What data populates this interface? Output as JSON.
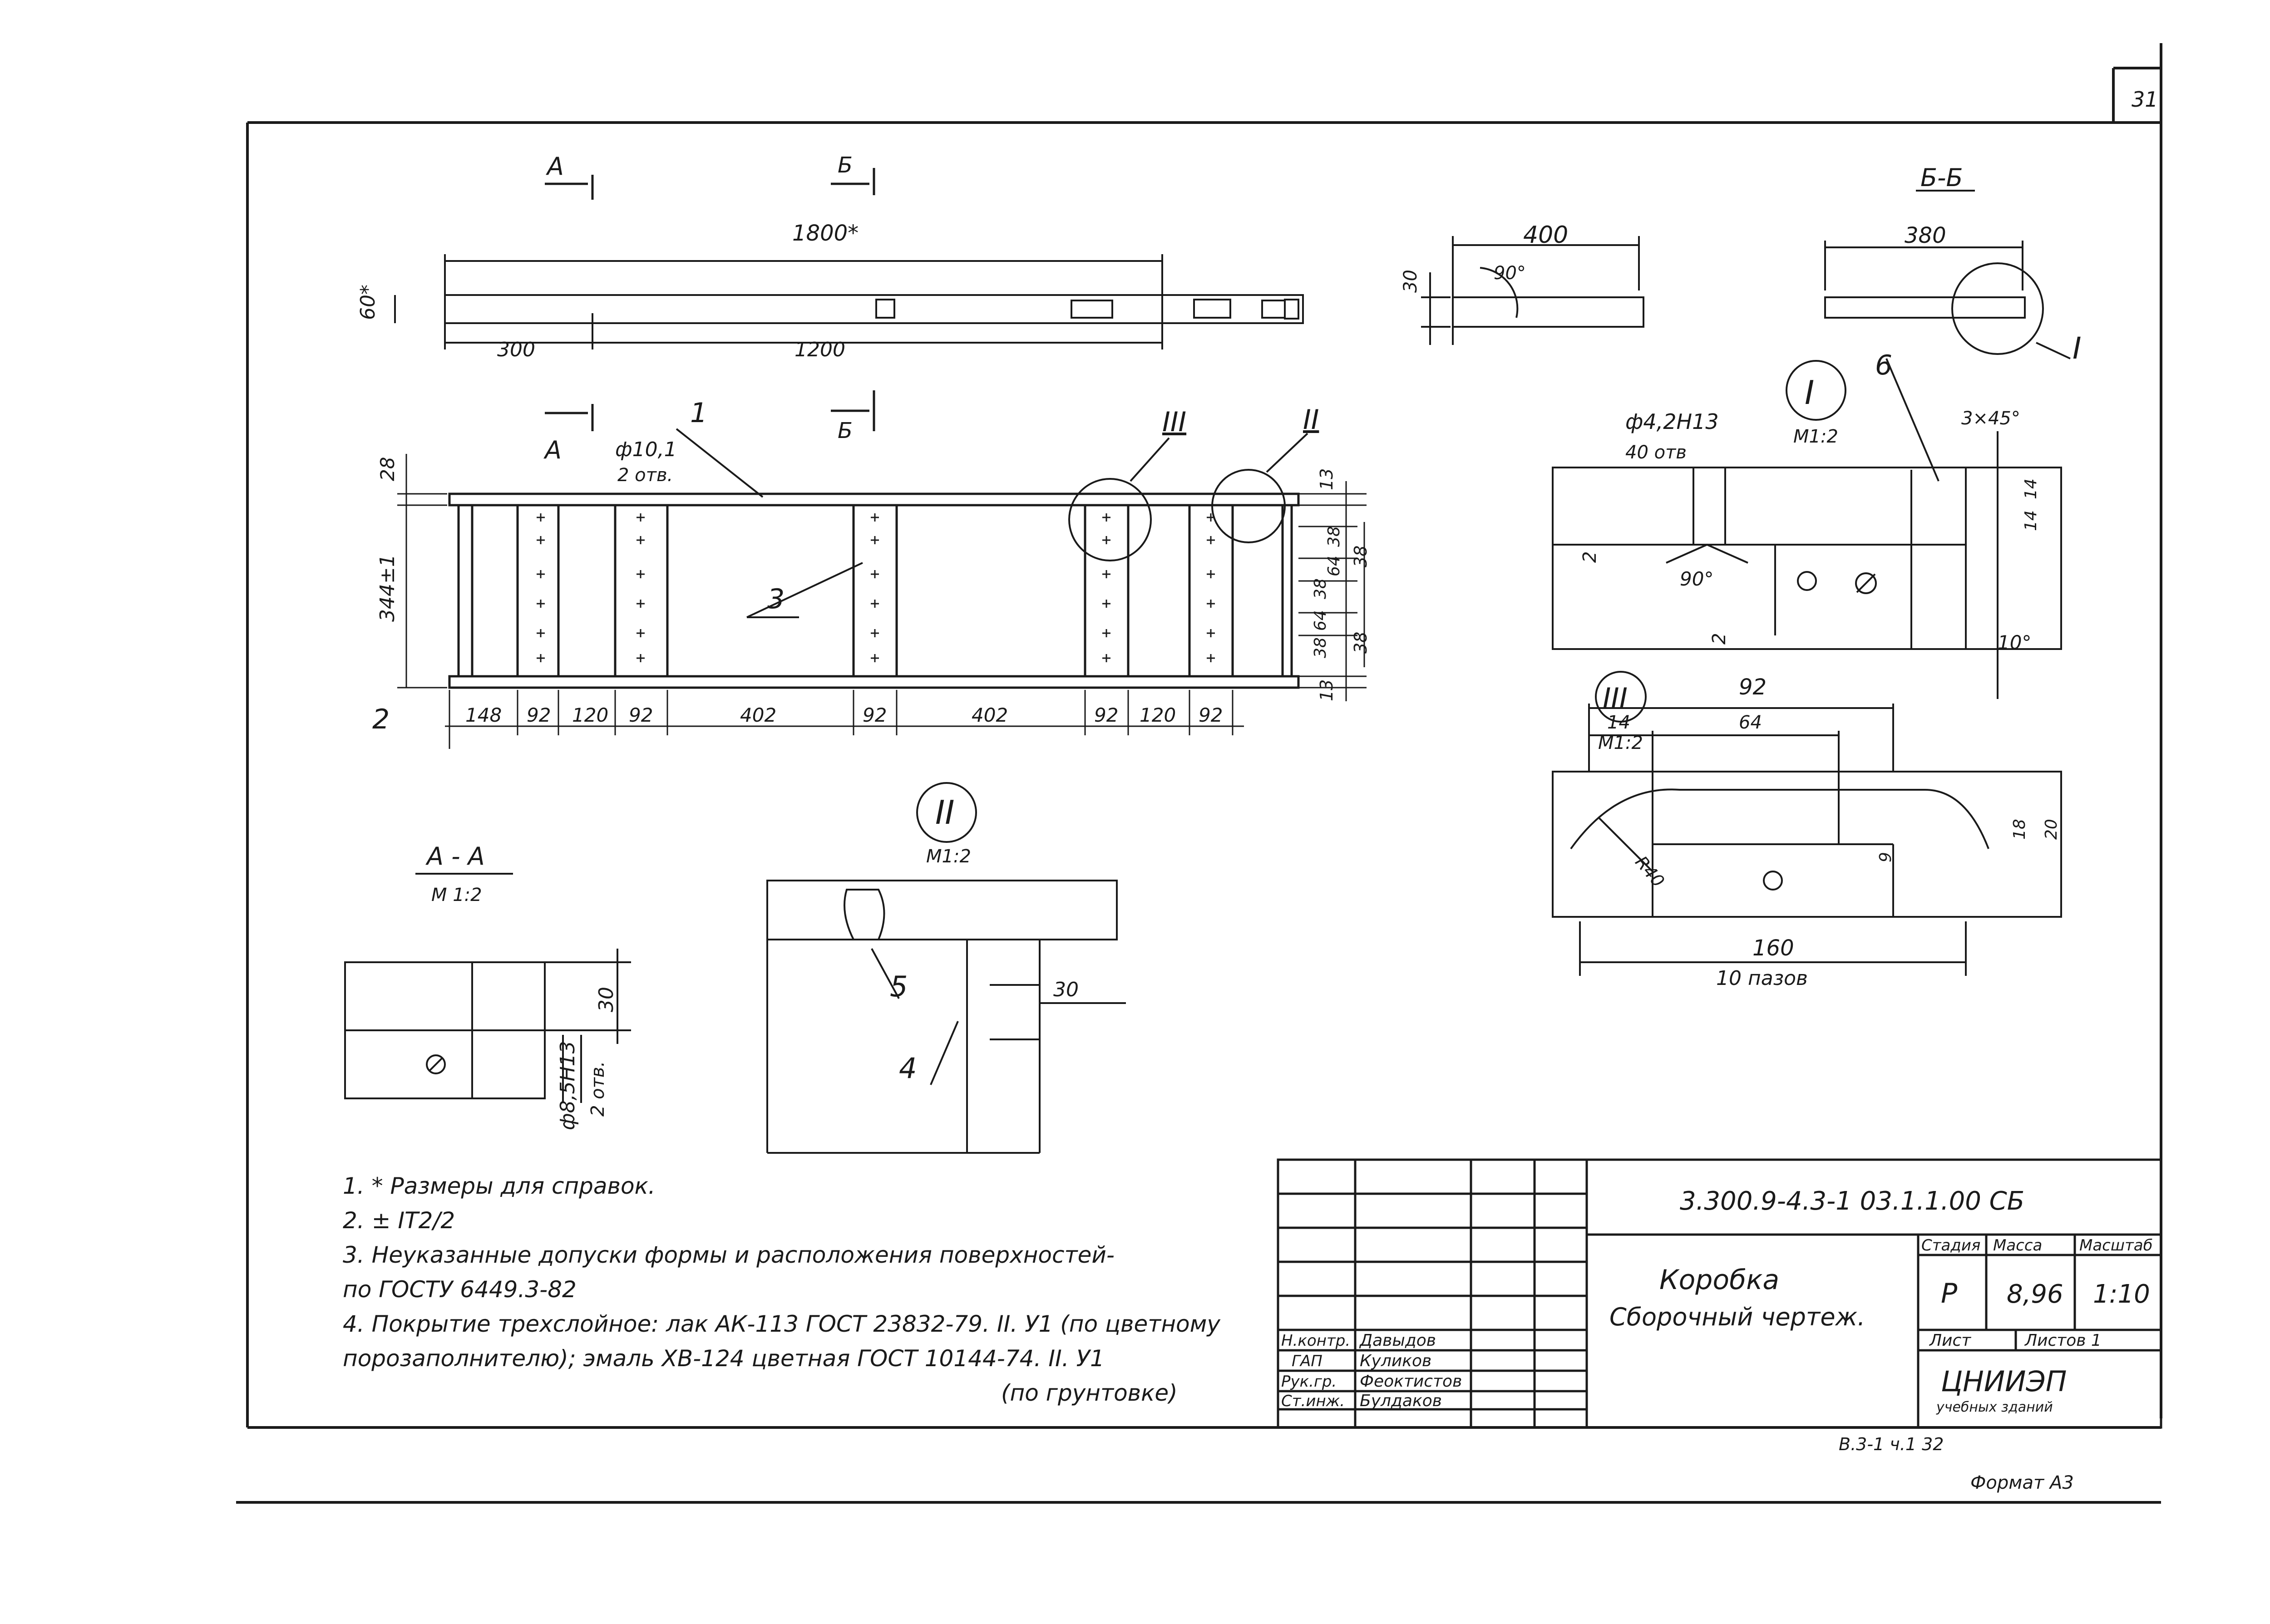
{
  "sheet": {
    "page_number": "31",
    "bottom_code": "В.3-1 ч.1  32",
    "format": "Формат А3"
  },
  "views": {
    "main": {
      "overall_length": "1800*",
      "height_star": "60*",
      "dim_300": "300",
      "dim_1200": "1200",
      "height_main": "344±1",
      "dim_28": "28",
      "bottom_dims": [
        "148",
        "92",
        "120",
        "92",
        "402",
        "92",
        "402",
        "92",
        "120",
        "92"
      ],
      "right_dims": [
        "13",
        "38",
        "64",
        "38",
        "64",
        "38",
        "13"
      ],
      "right_outer": [
        "38",
        "38"
      ],
      "hole_label": "ф10,1",
      "hole_count": "2 отв.",
      "section_a": "А",
      "section_b": "Б",
      "callout_1": "1",
      "callout_2": "2",
      "callout_3": "3",
      "node_II": "II",
      "node_III": "III"
    },
    "side": {
      "width": "400",
      "height": "30",
      "angle": "90°"
    },
    "section_bb": {
      "title": "Б-Б",
      "width": "380",
      "node": "I"
    },
    "node_I": {
      "label": "I",
      "scale": "М1:2",
      "hole": "ф4,2Н13",
      "count": "40 отв",
      "chamfer": "3×45°",
      "angle": "90°",
      "angle2": "10°",
      "dim_14a": "14",
      "dim_14b": "14",
      "dim_2a": "2",
      "dim_2b": "2",
      "callout_6": "6"
    },
    "node_III": {
      "label": "III",
      "scale": "М1:2",
      "dim_92": "92",
      "dim_14": "14",
      "dim_64": "64",
      "dim_18": "18",
      "dim_20": "20",
      "dim_9": "9",
      "radius": "R40",
      "dim_160": "160",
      "grooves": "10 пазов"
    },
    "section_aa": {
      "title": "А - А",
      "scale": "М 1:2",
      "dim_30": "30",
      "hole": "ф8,5Н13",
      "count": "2 отв."
    },
    "node_II": {
      "label": "II",
      "scale": "М1:2",
      "dim_30": "30",
      "callout_5": "5",
      "callout_4": "4"
    }
  },
  "notes": [
    "1. * Размеры для справок.",
    "2. ± IT2/2",
    "3. Неуказанные допуски формы и расположения поверхностей-",
    "    по ГОСТУ 6449.3-82",
    "4. Покрытие трехслойное: лак АК-113 ГОСТ 23832-79. II. У1 (по цветному",
    "порозаполнителю); эмаль ХВ-124 цветная  ГОСТ 10144-74. II. У1",
    "(по грунтовке)"
  ],
  "title_block": {
    "designation": "3.300.9-4.3-1 03.1.1.00 СБ",
    "name_line1": "Коробка",
    "name_line2": "Сборочный чертеж.",
    "headers": {
      "stage": "Стадия",
      "mass": "Масса",
      "scale": "Масштаб"
    },
    "stage": "Р",
    "mass": "8,96",
    "scale": "1:10",
    "sheet_label": "Лист",
    "sheets_label": "Листов 1",
    "org": "ЦНИИЭП",
    "org_sub": "учебных зданий",
    "signatures": [
      {
        "role": "Н.контр.",
        "name": "Давыдов"
      },
      {
        "role": "ГАП",
        "name": "Куликов"
      },
      {
        "role": "Рук.гр.",
        "name": "Феоктистов"
      },
      {
        "role": "Ст.инж.",
        "name": "Булдаков"
      }
    ]
  }
}
